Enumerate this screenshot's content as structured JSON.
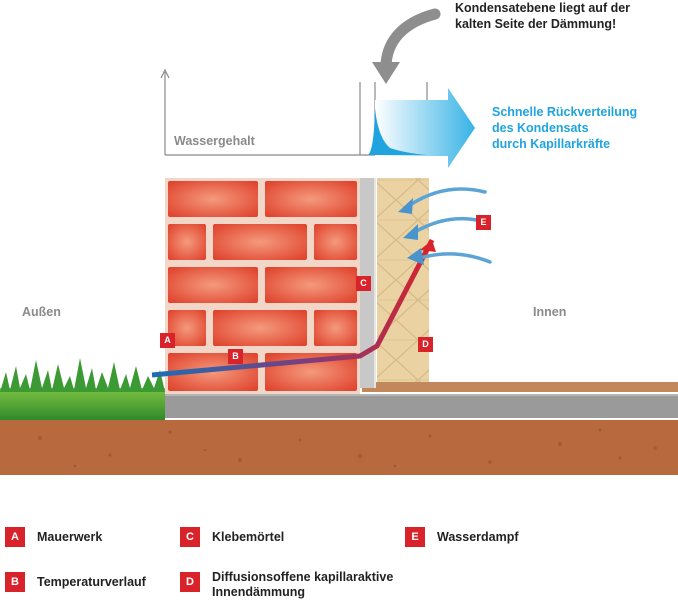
{
  "callout": {
    "line1": "Kondensatebene liegt auf der",
    "line2": "kalten Seite der Dämmung!"
  },
  "blue_note": {
    "line1": "Schnelle Rückverteilung",
    "line2": "des Kondensats",
    "line3": "durch Kapillarkräfte"
  },
  "axis_label": "Wassergehalt",
  "outside_label": "Außen",
  "inside_label": "Innen",
  "markers": {
    "a": "A",
    "b": "B",
    "c": "C",
    "d": "D",
    "e": "E"
  },
  "legend": [
    {
      "key": "A",
      "line1": "Mauerwerk",
      "line2": ""
    },
    {
      "key": "B",
      "line1": "Temperaturverlauf",
      "line2": ""
    },
    {
      "key": "C",
      "line1": "Klebemörtel",
      "line2": ""
    },
    {
      "key": "D",
      "line1": "Diffusionsoffene kapillaraktive",
      "line2": "Innendämmung"
    },
    {
      "key": "E",
      "line1": "Wasserdampf",
      "line2": ""
    }
  ],
  "colors": {
    "brick": "#e8604a",
    "mortar": "#f2d6c8",
    "insulation": "#e9cf9f",
    "soil": "#b86a3e",
    "concrete": "#9a9a9a",
    "accent_red": "#d8232a",
    "accent_blue": "#1fa4df"
  }
}
